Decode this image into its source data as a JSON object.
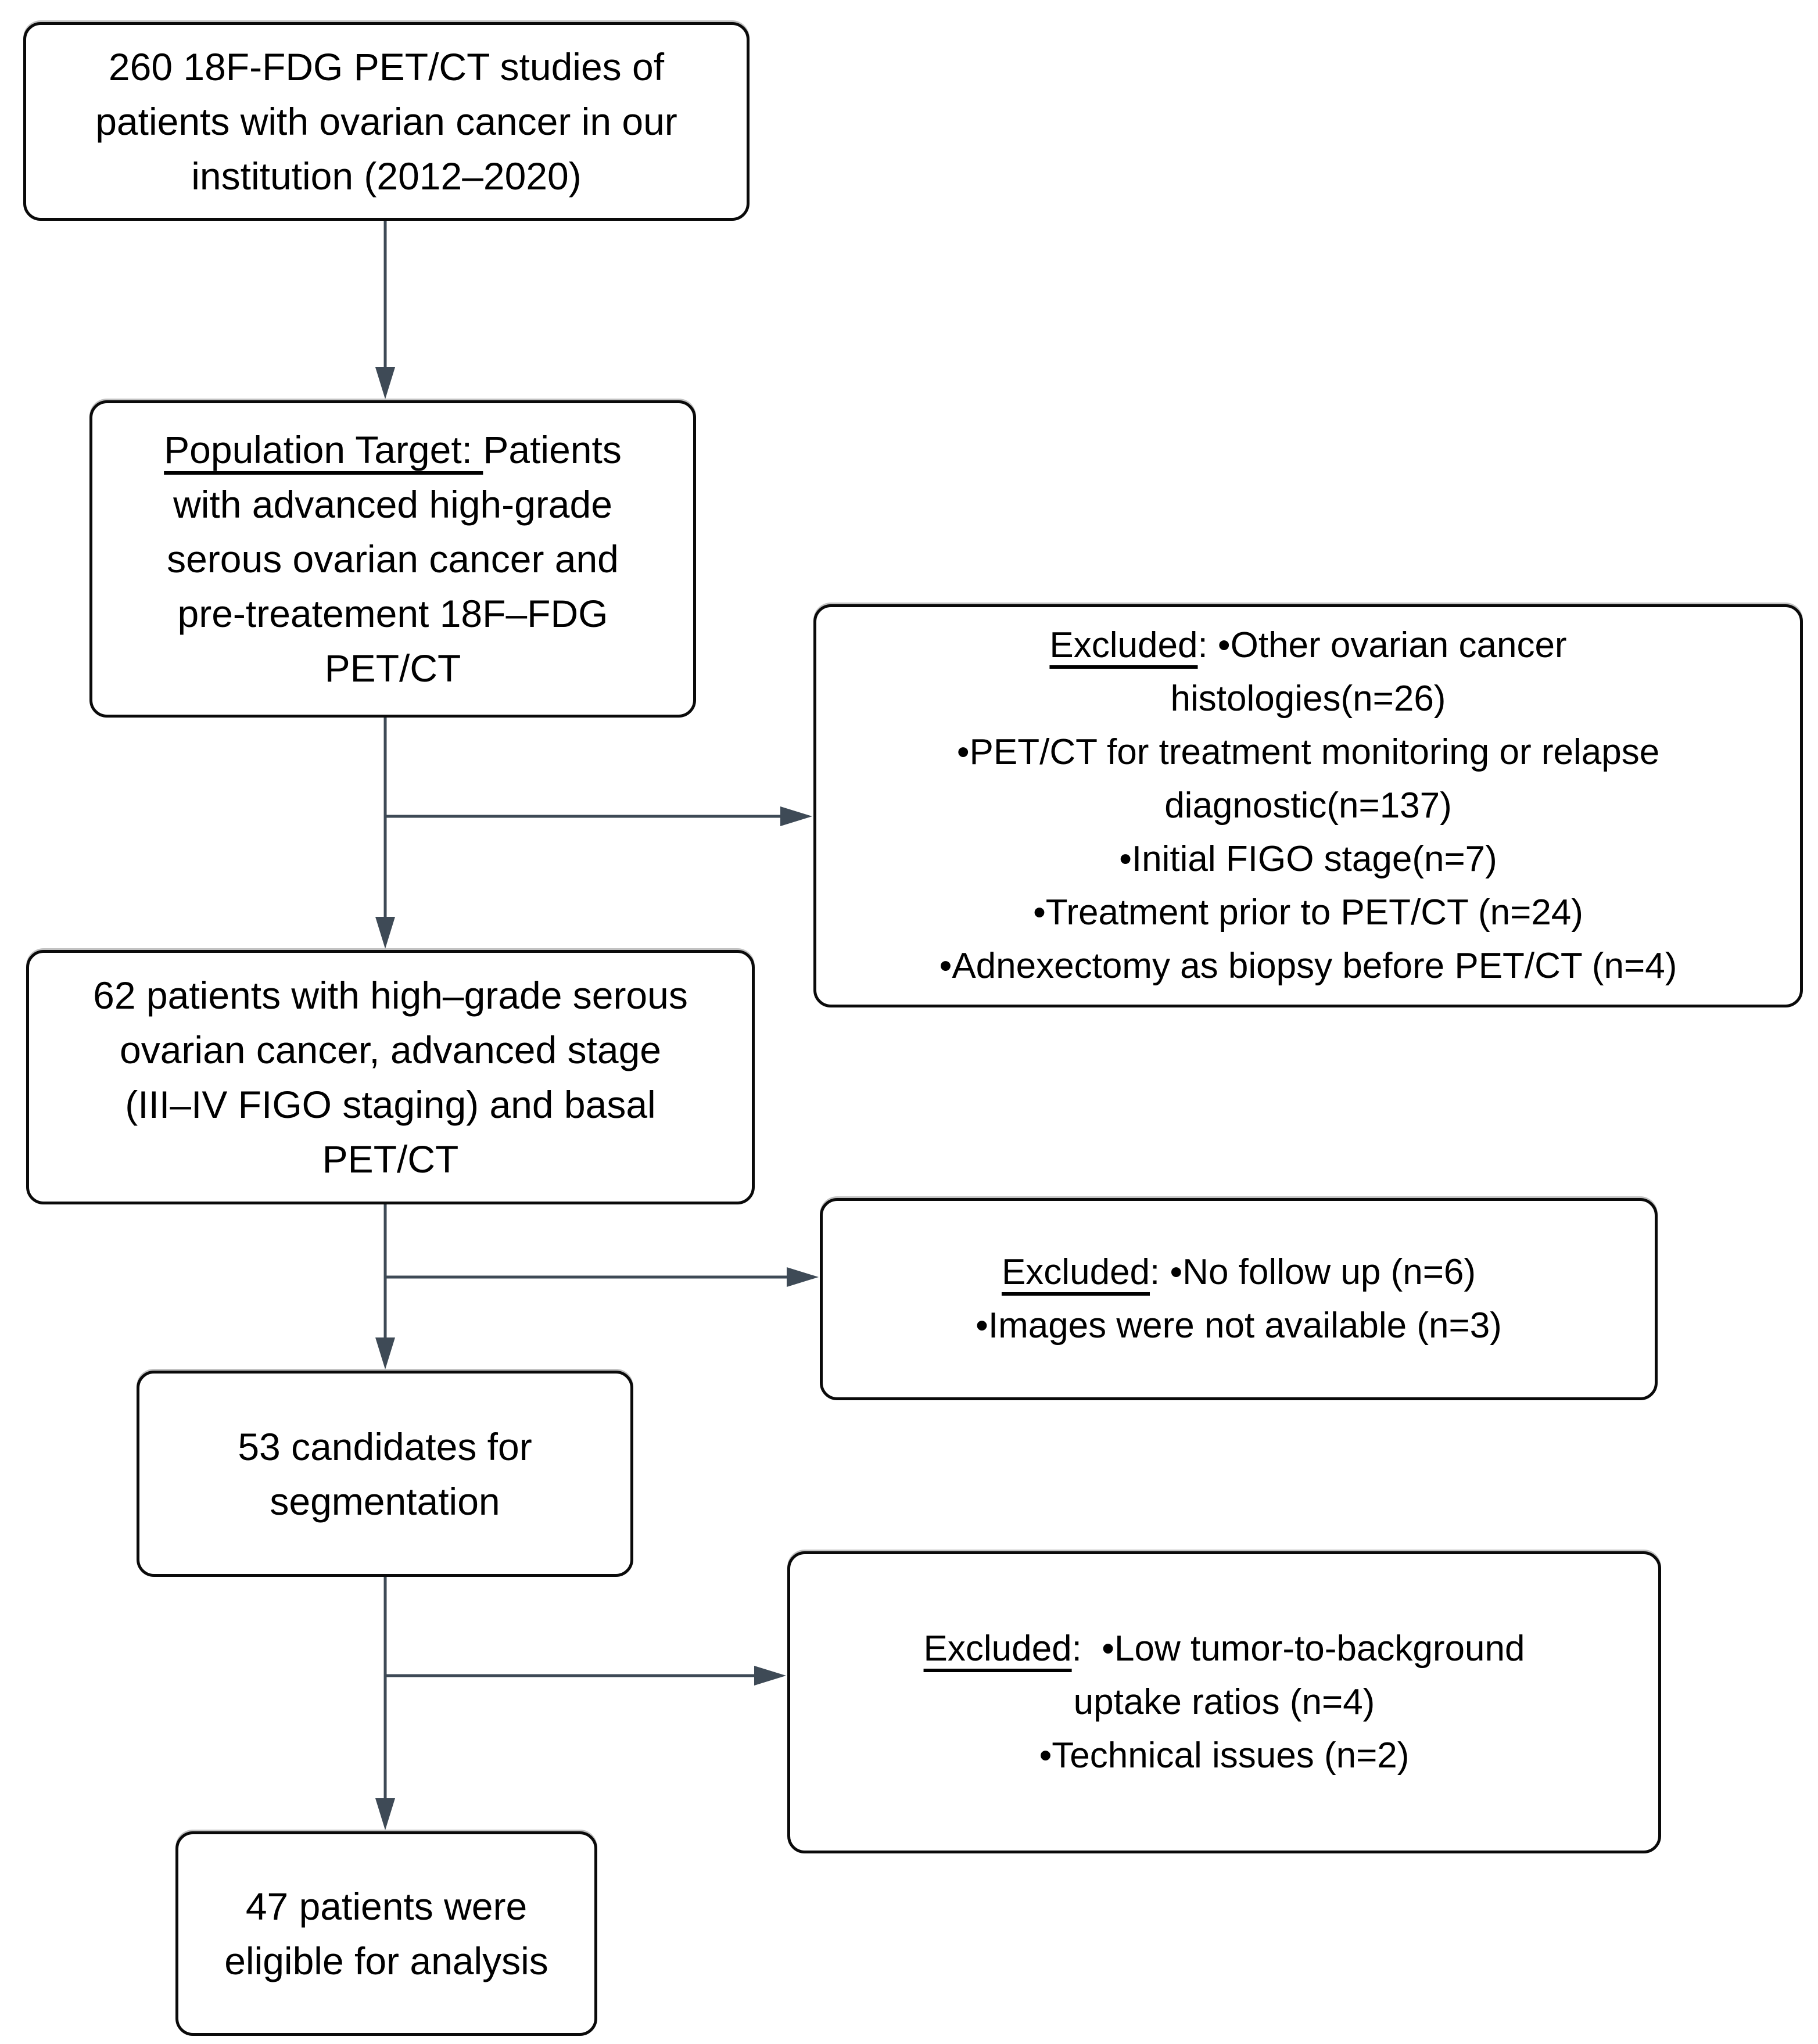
{
  "diagram": {
    "background_color": "#ffffff",
    "box_border_color": "#0a0a0a",
    "connector_color": "#3e4a56",
    "boxes": {
      "studies": {
        "lines": [
          "260 18F-FDG PET/CT studies of",
          "patients with ovarian cancer in our",
          "institution (2012–2020)"
        ]
      },
      "population": {
        "underlined": "Population Target: ",
        "first_rest": "Patients",
        "lines": [
          "with advanced high-grade",
          "serous ovarian cancer and",
          "pre-treatement 18F–FDG",
          "PET/CT"
        ]
      },
      "excluded1": {
        "underlined": "Excluded",
        "first_rest": ": •Other ovarian cancer",
        "lines": [
          "histologies(n=26)",
          "•PET/CT for treatment monitoring or relapse",
          "diagnostic(n=137)",
          "•Initial FIGO stage(n=7)",
          "•Treatment prior to PET/CT (n=24)",
          "•Adnexectomy as biopsy before PET/CT (n=4)"
        ]
      },
      "sixtytwo": {
        "lines": [
          "62 patients with high–grade serous",
          "ovarian cancer, advanced stage",
          "(III–IV FIGO staging) and basal",
          "PET/CT"
        ]
      },
      "excluded2": {
        "underlined": "Excluded",
        "first_rest": ": •No follow up (n=6)",
        "lines": [
          "•Images were not available (n=3)"
        ]
      },
      "candidates": {
        "lines": [
          "53 candidates for",
          "segmentation"
        ]
      },
      "excluded3": {
        "underlined": "Excluded",
        "first_rest": ":  •Low tumor-to-background",
        "lines": [
          "uptake ratios (n=4)",
          "•Technical issues (n=2)"
        ]
      },
      "eligible": {
        "lines": [
          "47 patients were",
          "eligible for analysis"
        ]
      }
    }
  }
}
